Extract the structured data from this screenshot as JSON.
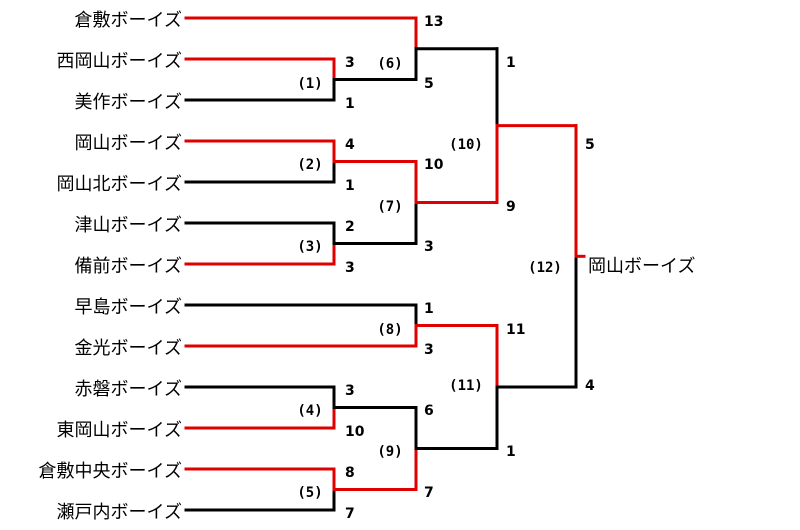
{
  "colors": {
    "win": "#e00000",
    "lose": "#000000"
  },
  "teams": [
    "倉敷ボーイズ",
    "西岡山ボーイズ",
    "美作ボーイズ",
    "岡山ボーイズ",
    "岡山北ボーイズ",
    "津山ボーイズ",
    "備前ボーイズ",
    "早島ボーイズ",
    "金光ボーイズ",
    "赤磐ボーイズ",
    "東岡山ボーイズ",
    "倉敷中央ボーイズ",
    "瀬戸内ボーイズ"
  ],
  "matches": [
    {
      "label": "(1)",
      "top_score": "3",
      "bottom_score": "1",
      "winner": "top"
    },
    {
      "label": "(2)",
      "top_score": "4",
      "bottom_score": "1",
      "winner": "top"
    },
    {
      "label": "(3)",
      "top_score": "2",
      "bottom_score": "3",
      "winner": "bottom"
    },
    {
      "label": "(4)",
      "top_score": "3",
      "bottom_score": "10",
      "winner": "bottom"
    },
    {
      "label": "(5)",
      "top_score": "8",
      "bottom_score": "7",
      "winner": "top"
    },
    {
      "label": "(6)",
      "top_score": "13",
      "bottom_score": "5",
      "winner": "top"
    },
    {
      "label": "(7)",
      "top_score": "10",
      "bottom_score": "3",
      "winner": "top"
    },
    {
      "label": "(8)",
      "top_score": "1",
      "bottom_score": "3",
      "winner": "bottom"
    },
    {
      "label": "(9)",
      "top_score": "6",
      "bottom_score": "7",
      "winner": "bottom"
    },
    {
      "label": "(10)",
      "top_score": "1",
      "bottom_score": "9",
      "winner": "bottom"
    },
    {
      "label": "(11)",
      "top_score": "11",
      "bottom_score": "1",
      "winner": "top"
    },
    {
      "label": "(12)",
      "top_score": "5",
      "bottom_score": "4",
      "winner": "top"
    }
  ],
  "champion": "岡山ボーイズ"
}
